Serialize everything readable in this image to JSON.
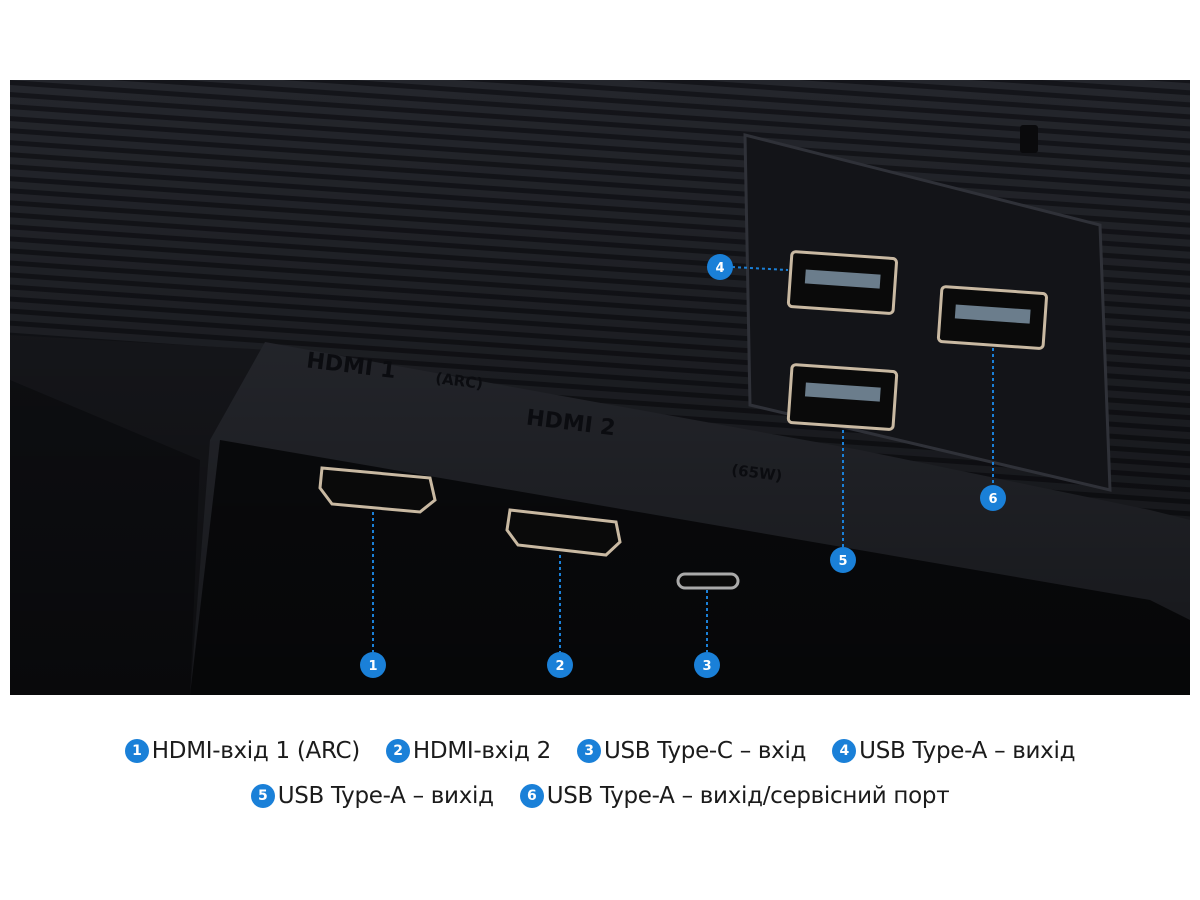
{
  "photo": {
    "printed_labels": {
      "hdmi1": "HDMI 1",
      "hdmi1_arc": "(ARC)",
      "hdmi2": "HDMI 2",
      "usbc_power": "(65W)"
    },
    "callouts": [
      "1",
      "2",
      "3",
      "4",
      "5",
      "6"
    ],
    "accent_color": "#1a80d8"
  },
  "legend": [
    {
      "num": "1",
      "label": "HDMI-вхід 1 (ARC)"
    },
    {
      "num": "2",
      "label": "HDMI-вхід 2"
    },
    {
      "num": "3",
      "label": "USB Type-C – вхід"
    },
    {
      "num": "4",
      "label": "USB Type-A – вихід"
    },
    {
      "num": "5",
      "label": "USB Type-A – вихід"
    },
    {
      "num": "6",
      "label": "USB Type-A – вихід/сервісний порт"
    }
  ]
}
